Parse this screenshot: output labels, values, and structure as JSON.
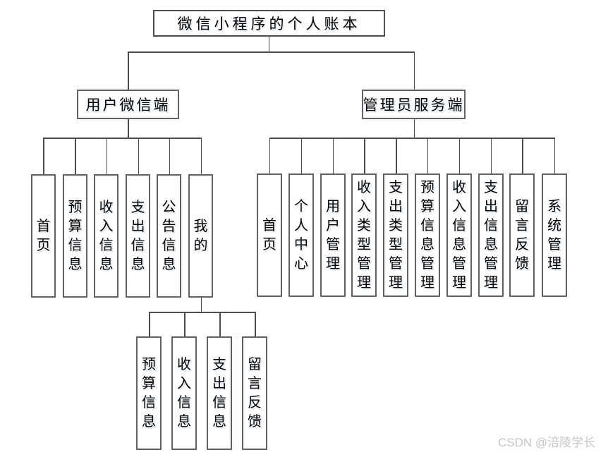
{
  "root_label": "微信小程序的个人账本",
  "user_side": {
    "label": "用户微信端",
    "children": [
      "首页",
      "预算信息",
      "收入信息",
      "支出信息",
      "公告信息",
      "我的"
    ]
  },
  "admin_side": {
    "label": "管理员服务端",
    "children": [
      "首页",
      "个人中心",
      "用户管理",
      "收入类型管理",
      "支出类型管理",
      "预算信息管理",
      "收入信息管理",
      "支出信息管理",
      "留言反馈",
      "系统管理"
    ]
  },
  "my_submenu": {
    "parent": "我的",
    "children": [
      "预算信息",
      "收入信息",
      "支出信息",
      "留言反馈"
    ]
  },
  "watermark": "CSDN @涪陵学长",
  "colors": {
    "background": "#ffffff",
    "box_border": "#616161",
    "connector_line": "#4b4b4b",
    "text": "#000000",
    "watermark_text": "#c6c6c6"
  }
}
